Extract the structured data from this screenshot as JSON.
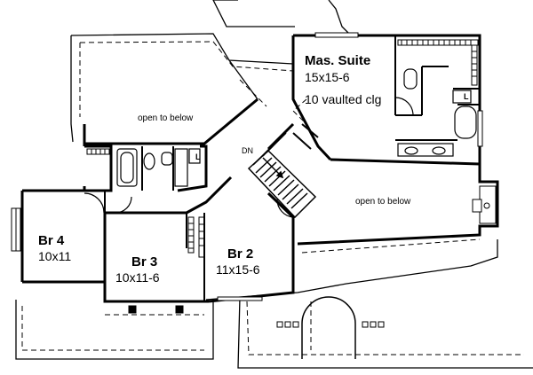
{
  "rooms": {
    "master": {
      "name": "Mas. Suite",
      "size": "15x15-6",
      "note": "10 vaulted clg"
    },
    "br4": {
      "name": "Br 4",
      "size": "10x11"
    },
    "br3": {
      "name": "Br 3",
      "size": "10x11-6"
    },
    "br2": {
      "name": "Br 2",
      "size": "11x15-6"
    }
  },
  "labels": {
    "open_upper": "open to below",
    "open_right": "open to below",
    "stair_dn": "DN",
    "linen_top": "L",
    "linen_master": "L"
  }
}
